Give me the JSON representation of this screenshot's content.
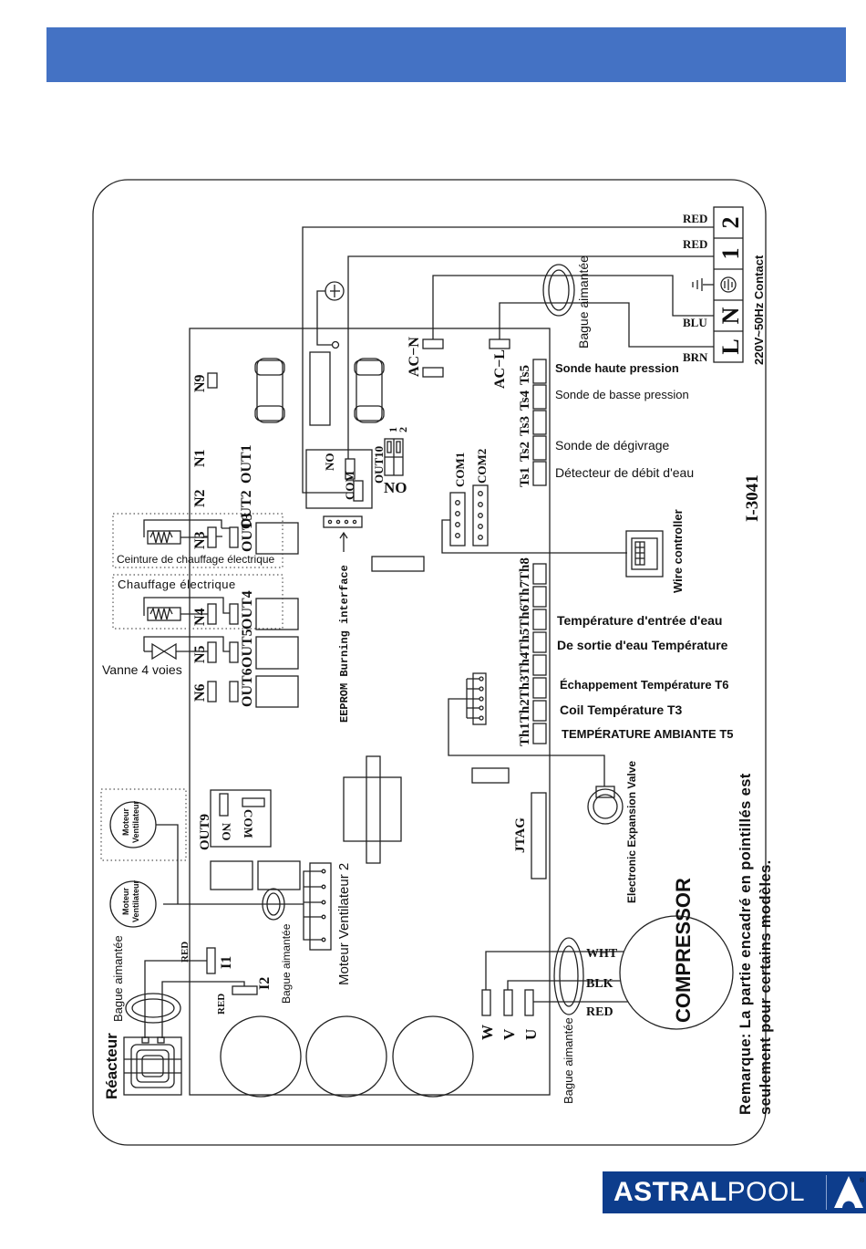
{
  "header": {
    "color": "#4472c4"
  },
  "diagram": {
    "model_id": "I-3041",
    "power": {
      "supply_label": "220V~50Hz Contact",
      "terminals": [
        "L",
        "N",
        "⏚",
        "1",
        "2"
      ],
      "wire_colors": {
        "t2": "RED",
        "t1": "RED",
        "n": "BLU",
        "l": "BRN"
      },
      "magnetic_ring": "Bague aimantée"
    },
    "board": {
      "ac_n": "AC−N",
      "ac_l": "AC−L",
      "relay": {
        "no": "NO",
        "com": "COM"
      },
      "out10": {
        "label": "OUT10",
        "no": "NO",
        "sw1": "1",
        "sw2": "2"
      },
      "com1": "COM1",
      "com2": "COM2",
      "eeprom": "EEPROM Burning interface",
      "jtag": "JTAG",
      "out9": {
        "label": "OUT9",
        "no": "NO",
        "com": "COM"
      },
      "n_labels": [
        "N9",
        "N1",
        "N2",
        "N3",
        "N4",
        "N5",
        "N6"
      ],
      "out_labels": [
        "OUT1",
        "OUT2",
        "OUT3",
        "OUT4",
        "OUT5",
        "OUT6"
      ],
      "i1": "I1",
      "i2": "I2",
      "uvw": [
        "W",
        "V",
        "U"
      ]
    },
    "sensors_ts": {
      "pins": [
        "Ts1",
        "Ts2",
        "Ts3",
        "Ts4",
        "Ts5"
      ],
      "labels": {
        "ts5": "Sonde haute pression",
        "ts4": "Sonde de basse pression",
        "ts2": "Sonde de dégivrage",
        "ts1": "Détecteur de débit d'eau"
      }
    },
    "sensors_th": {
      "pins": [
        "Th1",
        "Th2",
        "Th3",
        "Th4",
        "Th5",
        "Th6",
        "Th7",
        "Th8"
      ],
      "labels": {
        "water_in": "Température d'entrée d'eau",
        "water_out": "De sortie d'eau Température",
        "exhaust": "Échappement Température T6",
        "coil": "Coil Température T3",
        "ambient": "TEMPÉRATURE AMBIANTE T5"
      }
    },
    "peripherals": {
      "wire_controller": "Wire controller",
      "eev": "Electronic Expansion Valve",
      "compressor": "COMPRESSOR",
      "compressor_wires": [
        "WHT",
        "BLK",
        "RED"
      ],
      "belt_heater": "Ceinture de chauffage électrique",
      "electric_heater": "Chauffage électrique",
      "four_way_valve": "Vanne 4 voies",
      "fan_motor": [
        "Moteur",
        "Ventilateur"
      ],
      "fan_motor_2": "Moteur Ventilateur 2",
      "reactor": "Réacteur",
      "magnetic_ring": "Bague aimantée",
      "red": "RED"
    },
    "note": {
      "line1": "Remarque: La partie encadré en pointillés est",
      "line2": "seulement pour certains modèles."
    }
  },
  "logo": {
    "bold": "ASTRAL",
    "light": "POOL",
    "registered": "®"
  }
}
